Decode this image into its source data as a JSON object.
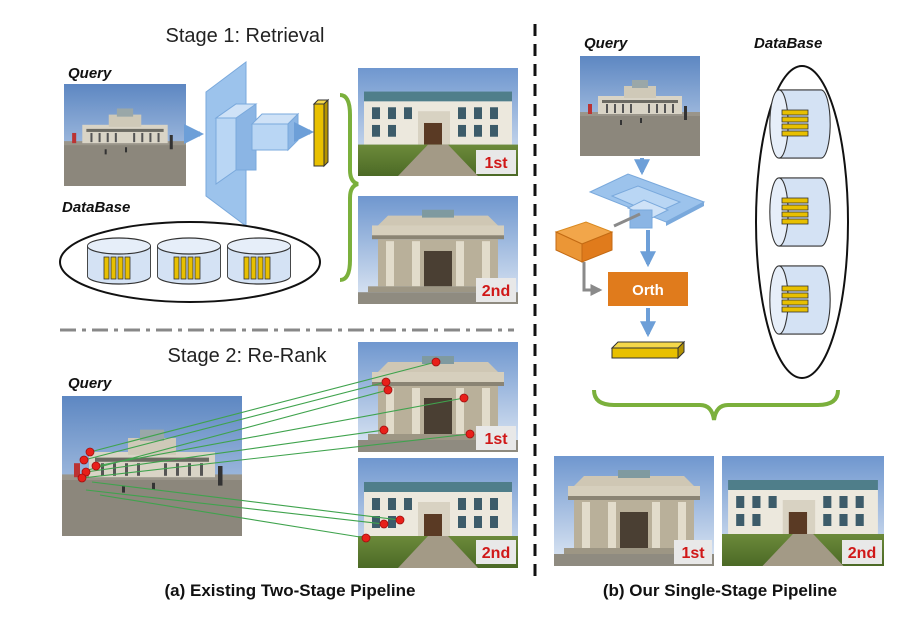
{
  "left_panel": {
    "stage1_title": "Stage 1: Retrieval",
    "stage2_title": "Stage 2: Re-Rank",
    "query_label": "Query",
    "database_label": "DataBase",
    "query_label_2": "Query",
    "rank1_label": "1st",
    "rank2_label": "2nd",
    "rank1_label_rerank": "1st",
    "rank2_label_rerank": "2nd",
    "caption": "(a) Existing Two-Stage Pipeline"
  },
  "right_panel": {
    "query_label": "Query",
    "database_label": "DataBase",
    "orth_label": "Orth",
    "rank1_label": "1st",
    "rank2_label": "2nd",
    "caption": "(b) Our Single-Stage Pipeline"
  },
  "colors": {
    "network_blue": "#9cc3ec",
    "network_blue_dark": "#7aa9dc",
    "feature_gold": "#e8c000",
    "orange": "#e07b1c",
    "orange_light": "#f2a64a",
    "brace_green": "#7bb03c",
    "match_line_green": "#3fa34d",
    "keypoint_red": "#e8201a",
    "rank_label_red": "#d01818",
    "arrow_blue": "#6d9fd8",
    "arrow_gray": "#8a8a8a"
  }
}
